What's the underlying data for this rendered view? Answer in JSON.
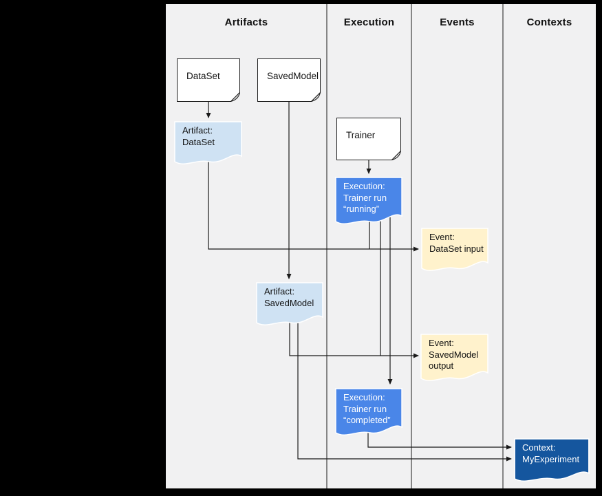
{
  "columns": [
    {
      "id": "artifacts",
      "label": "Artifacts"
    },
    {
      "id": "execution",
      "label": "Execution"
    },
    {
      "id": "events",
      "label": "Events"
    },
    {
      "id": "contexts",
      "label": "Contexts"
    }
  ],
  "nodes": {
    "dataset": {
      "label": "DataSet"
    },
    "savedmodel": {
      "label": "SavedModel"
    },
    "trainer": {
      "label": "Trainer"
    },
    "artifact_dataset": {
      "line1": "Artifact:",
      "line2": "DataSet"
    },
    "execution_running": {
      "line1": "Execution:",
      "line2": "Trainer run",
      "line3": "“running”"
    },
    "event_dataset_input": {
      "line1": "Event:",
      "line2": "DataSet input"
    },
    "artifact_savedmodel": {
      "line1": "Artifact:",
      "line2": "SavedModel"
    },
    "event_savedmodel_output": {
      "line1": "Event:",
      "line2": "SavedModel",
      "line3": "output"
    },
    "execution_completed": {
      "line1": "Execution:",
      "line2": "Trainer run",
      "line3": "“completed”"
    },
    "context_myexperiment": {
      "line1": "Context:",
      "line2": "MyExperiment"
    }
  },
  "colors": {
    "page_bg": "#000000",
    "canvas_bg": "#f1f1f2",
    "doc_fill": "#ffffff",
    "artifact_fill": "#cfe2f3",
    "execution_fill": "#4a86e8",
    "event_fill": "#fff2cc",
    "context_fill": "#15569e",
    "line": "#1a1a1a"
  }
}
